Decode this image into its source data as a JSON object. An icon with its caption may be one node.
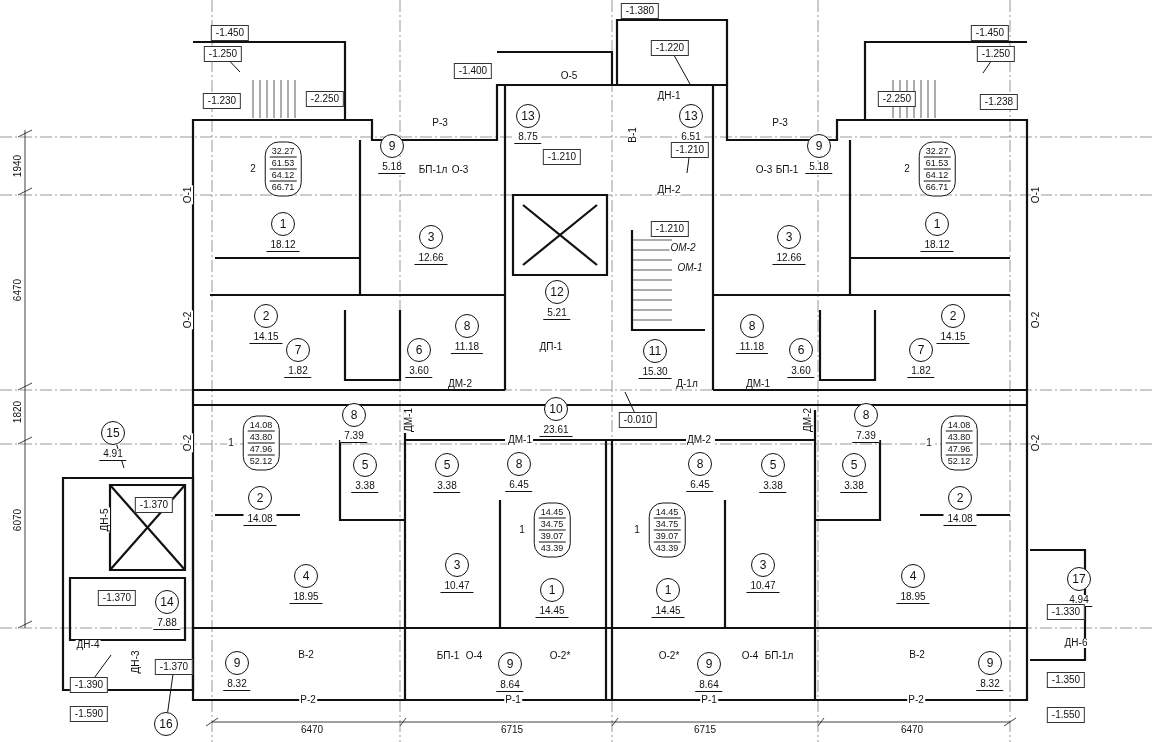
{
  "diagram": {
    "nodes": [
      {
        "text": [
          "-1.450"
        ]
      },
      {
        "text": [
          "-1.250"
        ]
      },
      {
        "text": [
          "-1.380"
        ]
      },
      {
        "text": [
          "-1.450"
        ]
      },
      {
        "text": [
          "-1.220"
        ]
      },
      {
        "text": [
          "-1.250"
        ]
      },
      {
        "text": [
          "-1.400"
        ]
      },
      {
        "text": [
          "-2.250"
        ]
      },
      {
        "text": [
          "-1.230"
        ]
      },
      {
        "text": [
          "-2.250"
        ]
      },
      {
        "text": [
          "-1.238"
        ]
      },
      {
        "text": [
          "13"
        ],
        "beside": [
          "8.75"
        ]
      },
      {
        "text": [
          "13"
        ],
        "beside": [
          "6.51"
        ]
      },
      {
        "text": [
          "9"
        ],
        "beside": [
          "5.18"
        ]
      },
      {
        "text": [
          "9"
        ],
        "beside": [
          "5.18"
        ]
      },
      {
        "text": [
          "-1.210"
        ]
      },
      {
        "text": [
          "-1.210"
        ]
      },
      {
        "text": [
          "32.27",
          "61.53",
          "64.12",
          "66.71"
        ],
        "beside": [
          "2"
        ]
      },
      {
        "text": [
          "32.27",
          "61.53",
          "64.12",
          "66.71"
        ],
        "beside": [
          "2"
        ]
      },
      {
        "text": [
          "1"
        ],
        "beside": [
          "18.12"
        ]
      },
      {
        "text": [
          "1"
        ],
        "beside": [
          "18.12"
        ]
      },
      {
        "text": [
          "-1.210"
        ]
      },
      {
        "text": [
          "3"
        ],
        "beside": [
          "12.66"
        ]
      },
      {
        "text": [
          "3"
        ],
        "beside": [
          "12.66"
        ]
      },
      {
        "text": [
          "12"
        ],
        "beside": [
          "5.21"
        ]
      },
      {
        "text": [
          "2"
        ],
        "beside": [
          "14.15"
        ]
      },
      {
        "text": [
          "2"
        ],
        "beside": [
          "14.15"
        ]
      },
      {
        "text": [
          "8"
        ],
        "beside": [
          "11.18"
        ]
      },
      {
        "text": [
          "8"
        ],
        "beside": [
          "11.18"
        ]
      },
      {
        "text": [
          "7"
        ],
        "beside": [
          "1.82"
        ]
      },
      {
        "text": [
          "6"
        ],
        "beside": [
          "3.60"
        ]
      },
      {
        "text": [
          "11"
        ],
        "beside": [
          "15.30"
        ]
      },
      {
        "text": [
          "6"
        ],
        "beside": [
          "3.60"
        ]
      },
      {
        "text": [
          "7"
        ],
        "beside": [
          "1.82"
        ]
      },
      {
        "text": [
          "10"
        ],
        "beside": [
          "23.61"
        ]
      },
      {
        "text": [
          "-0.010"
        ]
      },
      {
        "text": [
          "8"
        ],
        "beside": [
          "7.39"
        ]
      },
      {
        "text": [
          "8"
        ],
        "beside": [
          "7.39"
        ]
      },
      {
        "text": [
          "15"
        ],
        "beside": [
          "4.91"
        ]
      },
      {
        "text": [
          "14.08",
          "43.80",
          "47.96",
          "52.12"
        ],
        "beside": [
          "1"
        ]
      },
      {
        "text": [
          "14.08",
          "43.80",
          "47.96",
          "52.12"
        ],
        "beside": [
          "1"
        ]
      },
      {
        "text": [
          "5"
        ],
        "beside": [
          "3.38"
        ]
      },
      {
        "text": [
          "5"
        ],
        "beside": [
          "3.38"
        ]
      },
      {
        "text": [
          "8"
        ],
        "beside": [
          "6.45"
        ]
      },
      {
        "text": [
          "8"
        ],
        "beside": [
          "6.45"
        ]
      },
      {
        "text": [
          "5"
        ],
        "beside": [
          "3.38"
        ]
      },
      {
        "text": [
          "5"
        ],
        "beside": [
          "3.38"
        ]
      },
      {
        "text": [
          "2"
        ],
        "beside": [
          "14.08"
        ]
      },
      {
        "text": [
          "2"
        ],
        "beside": [
          "14.08"
        ]
      },
      {
        "text": [
          "-1.370"
        ]
      },
      {
        "text": [
          "14.45",
          "34.75",
          "39.07",
          "43.39"
        ],
        "beside": [
          "1"
        ]
      },
      {
        "text": [
          "14.45",
          "34.75",
          "39.07",
          "43.39"
        ],
        "beside": [
          "1"
        ]
      },
      {
        "text": [
          "3"
        ],
        "beside": [
          "10.47"
        ]
      },
      {
        "text": [
          "3"
        ],
        "beside": [
          "10.47"
        ]
      },
      {
        "text": [
          "4"
        ],
        "beside": [
          "18.95"
        ]
      },
      {
        "text": [
          "4"
        ],
        "beside": [
          "18.95"
        ]
      },
      {
        "text": [
          "17"
        ],
        "beside": [
          "4.94"
        ]
      },
      {
        "text": [
          "1"
        ],
        "beside": [
          "14.45"
        ]
      },
      {
        "text": [
          "1"
        ],
        "beside": [
          "14.45"
        ]
      },
      {
        "text": [
          "-1.370"
        ]
      },
      {
        "text": [
          "14"
        ],
        "beside": [
          "7.88"
        ]
      },
      {
        "text": [
          "-1.330"
        ]
      },
      {
        "text": [
          "9"
        ],
        "beside": [
          "8.32"
        ]
      },
      {
        "text": [
          "9"
        ],
        "beside": [
          "8.64"
        ]
      },
      {
        "text": [
          "9"
        ],
        "beside": [
          "8.64"
        ]
      },
      {
        "text": [
          "9"
        ],
        "beside": [
          "8.32"
        ]
      },
      {
        "text": [
          "-1.370"
        ]
      },
      {
        "text": [
          "-1.350"
        ]
      },
      {
        "text": [
          "-1.390"
        ]
      },
      {
        "text": [
          "-1.590"
        ]
      },
      {
        "text": [
          "-1.550"
        ]
      },
      {
        "text": [
          "16"
        ]
      }
    ],
    "edges": [
      {
        "from": 1,
        "to": null,
        "arrow": "none"
      },
      {
        "from": 5,
        "to": null,
        "arrow": "none"
      },
      {
        "from": 4,
        "to": null,
        "arrow": "none"
      },
      {
        "from": 15,
        "to": null,
        "arrow": "none"
      },
      {
        "from": 35,
        "to": null,
        "arrow": "none"
      },
      {
        "from": 38,
        "to": null,
        "arrow": "none"
      },
      {
        "from": 68,
        "to": null,
        "arrow": "none"
      },
      {
        "from": 66,
        "to": 71,
        "arrow": "none"
      }
    ],
    "labels": [
      "О-5",
      "ДН-1",
      "Р-3",
      "Р-3",
      "В-1",
      "1940",
      "БП-1л",
      "О-3",
      "О-3",
      "БП-1",
      "ДН-2",
      "О-1",
      "О-1",
      "ОМ-2",
      "ОМ-1",
      "6470",
      "О-2",
      "О-2",
      "ДП-1",
      "ДМ-2",
      "Д-1л",
      "ДМ-1",
      "1820",
      "ДМ-1",
      "ДМ-2",
      "ДМ-1",
      "ДМ-2",
      "О-2",
      "О-2",
      "6070",
      "ДН-5",
      "ДН-4",
      "ДН-6",
      "В-2",
      "БП-1",
      "О-4",
      "О-2*",
      "О-2*",
      "О-4",
      "БП-1л",
      "В-2",
      "ДН-3",
      "Р-2",
      "Р-1",
      "Р-1",
      "Р-2",
      "6470",
      "6715",
      "6715",
      "6470"
    ]
  }
}
